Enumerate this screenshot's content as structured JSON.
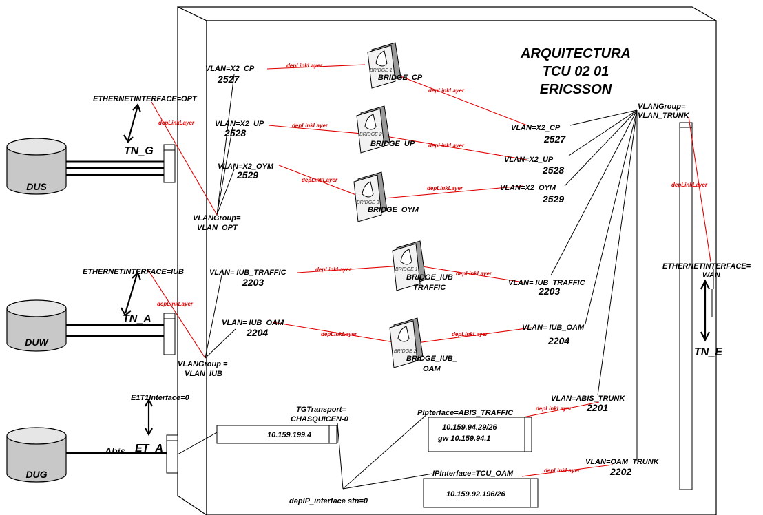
{
  "title": [
    "ARQUITECTURA",
    "TCU 02 01",
    "ERICSSON"
  ],
  "link_label": "depLinkLayer",
  "nodes": {
    "dus": "DUS",
    "duw": "DUW",
    "dug": "DUG"
  },
  "ports": {
    "tn_g": "TN_G",
    "tn_a": "TN_A",
    "et_a": "ET_A",
    "abis": "Abis",
    "tn_e": "TN_E"
  },
  "interfaces": {
    "opt": "ETHERNETINTERFACE=OPT",
    "iub": "ETHERNETINTERFACE=IUB",
    "e1t1": "E1T1Interface=0",
    "wan_1": "ETHERNETINTERFACE=",
    "wan_2": "WAN"
  },
  "vlan_groups": {
    "opt_1": "VLANGroup=",
    "opt_2": "VLAN_OPT",
    "iub_1": "VLANGroup =",
    "iub_2": "VLAN_IUB",
    "trunk_1": "VLANGroup=",
    "trunk_2": "VLAN_TRUNK"
  },
  "vlans_left": {
    "x2cp": "VLAN=X2_CP",
    "x2cp_id": "2527",
    "x2up": "VLAN=X2_UP",
    "x2up_id": "2528",
    "x2oym": "VLAN=X2_OYM",
    "x2oym_id": "2529",
    "iubt": "VLAN= IUB_TRAFFIC",
    "iubt_id": "2203",
    "iubo": "VLAN= IUB_OAM",
    "iubo_id": "2204"
  },
  "vlans_right": {
    "x2cp": "VLAN=X2_CP",
    "x2cp_id": "2527",
    "x2up": "VLAN=X2_UP",
    "x2up_id": "2528",
    "x2oym": "VLAN=X2_OYM",
    "x2oym_id": "2529",
    "iubt": "VLAN= IUB_TRAFFIC",
    "iubt_id": "2203",
    "iubo": "VLAN= IUB_OAM",
    "iubo_id": "2204",
    "abis": "VLAN=ABIS_TRUNK",
    "abis_id": "2201",
    "oam": "VLAN=OAM_TRUNK",
    "oam_id": "2202"
  },
  "bridges": {
    "cp_small": "BRIDGE 1",
    "cp_1": "BRIDGE_CP",
    "up_small": "BRIDGE 2",
    "up_1": "BRIDGE_UP",
    "oym_small": "BRIDGE 3",
    "oym_1": "BRIDGE_OYM",
    "iubt_small": "BRIDGE 1",
    "iubt_1": "BRIDGE_IUB",
    "iubt_2": "_TRAFFIC",
    "iubo_small": "BRIDGE 2",
    "iubo_1": "BRIDGE_IUB_",
    "iubo_2": "OAM"
  },
  "transport": {
    "tg_1": "TGTransport=",
    "tg_2": "CHASQUICEN-0",
    "tg_ip": "10.159.199.4",
    "ip_traffic": "PInterface=ABIS_TRAFFIC",
    "ip_traffic_addr": "10.159.94.29/26",
    "ip_traffic_gw": "gw  10.159.94.1",
    "ip_oam": "IPInterface=TCU_OAM",
    "ip_oam_addr": "10.159.92.196/26",
    "dep_ip": "depIP_interface stn=0"
  }
}
